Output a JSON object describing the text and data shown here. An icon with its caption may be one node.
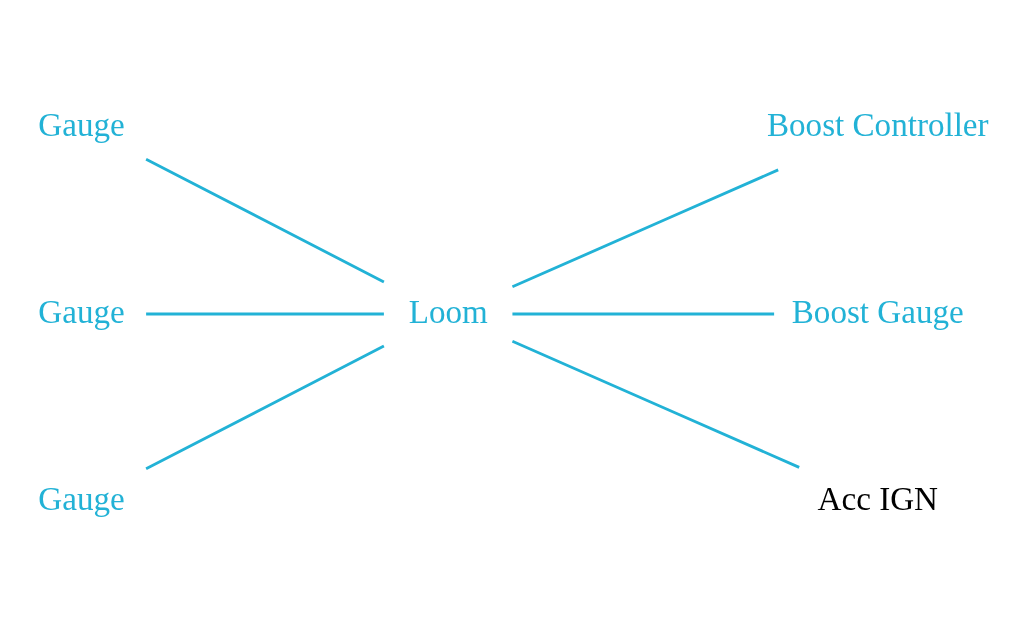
{
  "diagram": {
    "nodes": [
      {
        "text": [
          "Gauge"
        ]
      },
      {
        "text": [
          "Gauge"
        ]
      },
      {
        "text": [
          "Gauge"
        ]
      },
      {
        "text": [
          "Loom"
        ]
      },
      {
        "text": [
          "Boost Controller"
        ]
      },
      {
        "text": [
          "Boost Gauge"
        ]
      },
      {
        "text": [
          "Acc IGN"
        ]
      }
    ],
    "edges": [
      {
        "from": 0,
        "to": 3,
        "arrow": "none"
      },
      {
        "from": 1,
        "to": 3,
        "arrow": "none"
      },
      {
        "from": 2,
        "to": 3,
        "arrow": "none"
      },
      {
        "from": 3,
        "to": 4,
        "arrow": "none"
      },
      {
        "from": 3,
        "to": 5,
        "arrow": "none"
      },
      {
        "from": 3,
        "to": 6,
        "arrow": "none"
      }
    ]
  }
}
